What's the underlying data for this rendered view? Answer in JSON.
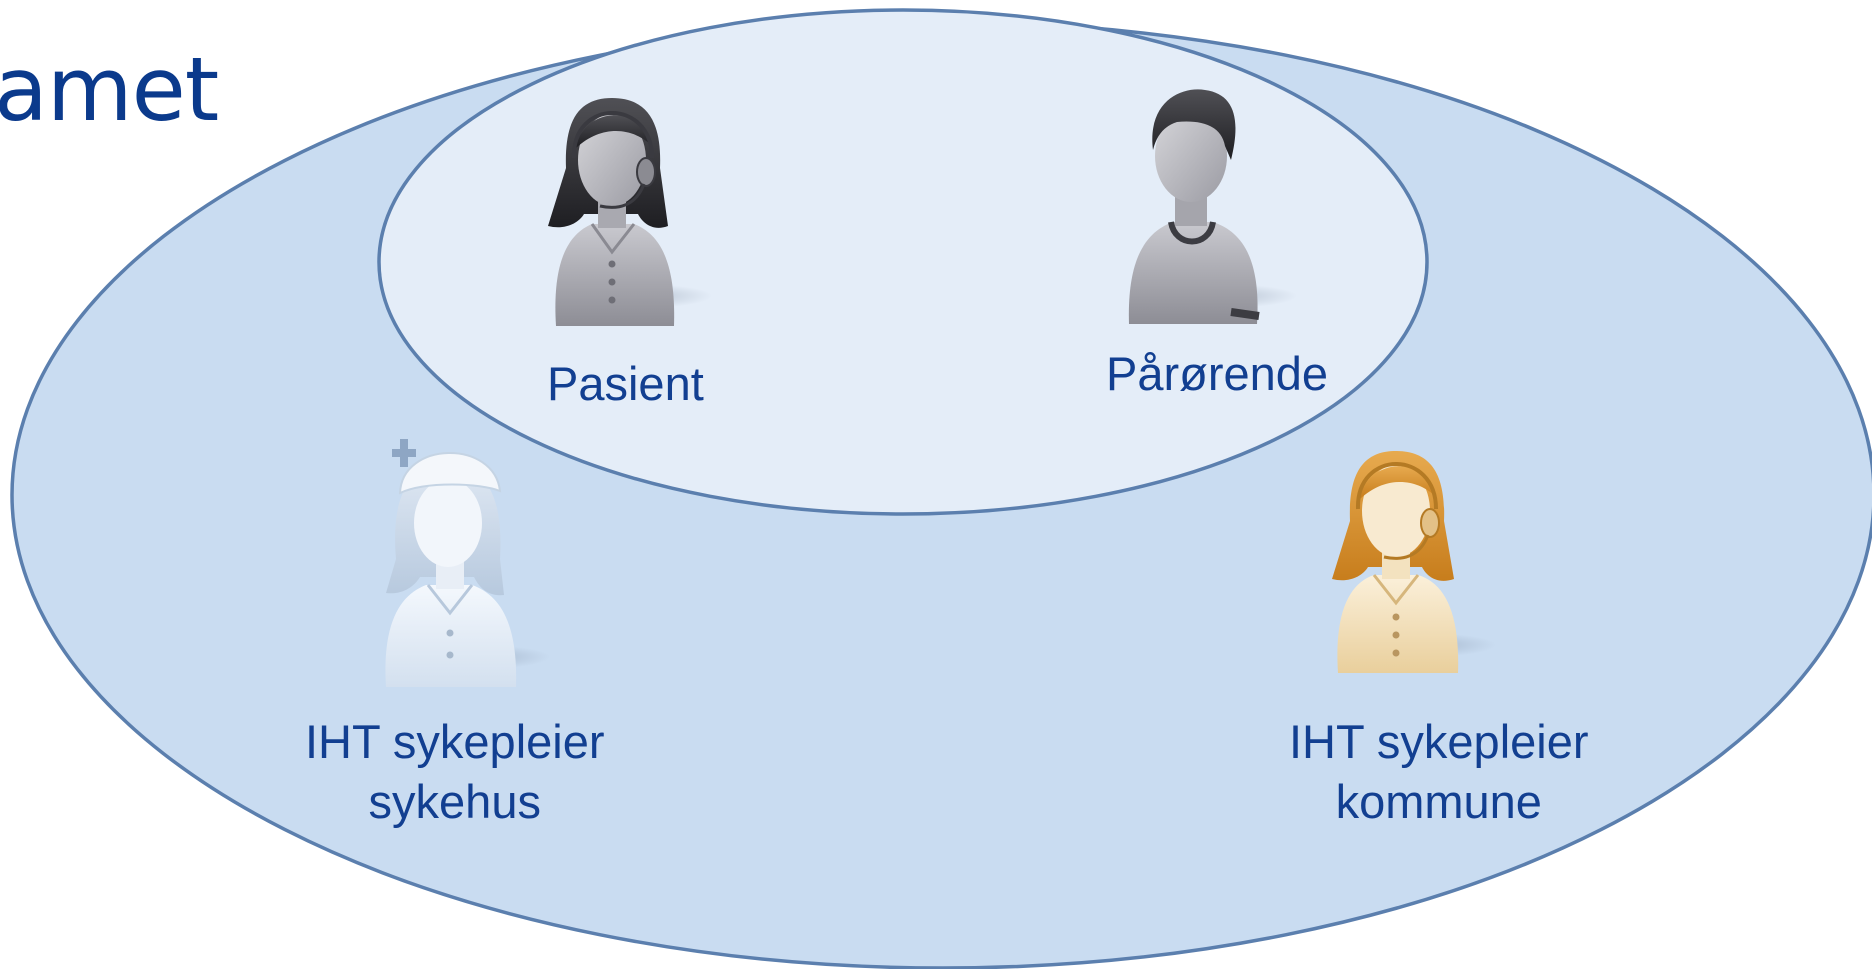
{
  "title_fragment": "amet",
  "colors": {
    "outer_fill": "#c9dcf1",
    "inner_fill": "#e4edf8",
    "outline": "#5b7fae",
    "text": "#123f91",
    "title": "#0b3a8c"
  },
  "people": [
    {
      "id": "pasient",
      "label_lines": [
        "Pasient"
      ],
      "icon": "woman-headset-gray-icon"
    },
    {
      "id": "parorende",
      "label_lines": [
        "Pårørende"
      ],
      "icon": "man-gray-icon"
    },
    {
      "id": "sykehus",
      "label_lines": [
        "IHT sykepleier",
        "sykehus"
      ],
      "icon": "nurse-pale-blue-icon"
    },
    {
      "id": "kommune",
      "label_lines": [
        "IHT sykepleier",
        "kommune"
      ],
      "icon": "woman-headset-amber-icon"
    }
  ]
}
